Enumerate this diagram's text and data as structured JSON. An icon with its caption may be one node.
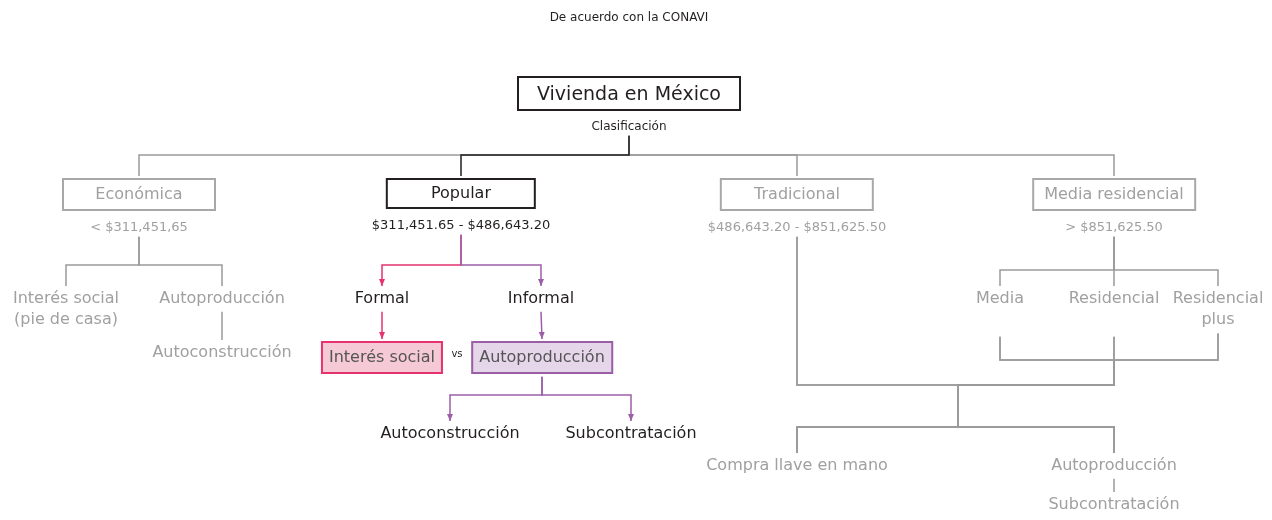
{
  "diagram": {
    "nodes": [
      {
        "text": [
          "Vivienda en México"
        ],
        "beside": [
          "Clasificación"
        ]
      },
      {
        "text": [
          "Económica"
        ],
        "beside": [
          "< $311,451,65"
        ]
      },
      {
        "text": [
          "Popular"
        ],
        "beside": [
          "$311,451.65 - $486,643.20"
        ]
      },
      {
        "text": [
          "Tradicional"
        ],
        "beside": [
          "$486,643.20 - $851,625.50"
        ]
      },
      {
        "text": [
          "Media residencial"
        ],
        "beside": [
          "> $851,625.50"
        ]
      },
      {
        "text": [
          "Interés social (pie de casa)"
        ]
      },
      {
        "text": [
          "Autoproducción"
        ]
      },
      {
        "text": [
          "Autoconstrucción"
        ]
      },
      {
        "text": [
          "Formal"
        ]
      },
      {
        "text": [
          "Informal"
        ]
      },
      {
        "text": [
          "Interés social"
        ]
      },
      {
        "text": [
          "Autoproducción"
        ]
      },
      {
        "text": [
          "Autoconstrucción"
        ]
      },
      {
        "text": [
          "Subcontratación"
        ]
      },
      {
        "text": [
          "Media"
        ]
      },
      {
        "text": [
          "Residencial"
        ]
      },
      {
        "text": [
          "Residencial plus"
        ]
      },
      {
        "text": [
          "Compra llave en mano"
        ]
      },
      {
        "text": [
          "Autoproducción"
        ]
      },
      {
        "text": [
          "Subcontratación"
        ]
      }
    ],
    "edges": [
      {
        "from": 0,
        "to": 1,
        "arrow": "none"
      },
      {
        "from": 0,
        "to": 2,
        "arrow": "none",
        "color": "#231f20"
      },
      {
        "from": 0,
        "to": 3,
        "arrow": "none"
      },
      {
        "from": 0,
        "to": 4,
        "arrow": "none"
      },
      {
        "from": 1,
        "to": 5,
        "arrow": "none"
      },
      {
        "from": 1,
        "to": 6,
        "arrow": "none"
      },
      {
        "from": 6,
        "to": 7,
        "arrow": "none"
      },
      {
        "from": 2,
        "to": 8,
        "arrow": "to",
        "color": "#e6336f"
      },
      {
        "from": 2,
        "to": 9,
        "arrow": "to",
        "color": "#9b5fa8"
      },
      {
        "from": 8,
        "to": 10,
        "arrow": "to",
        "color": "#e6336f"
      },
      {
        "from": 9,
        "to": 11,
        "arrow": "to",
        "color": "#9b5fa8"
      },
      {
        "from": 11,
        "to": 12,
        "arrow": "to",
        "color": "#9b5fa8"
      },
      {
        "from": 11,
        "to": 13,
        "arrow": "to",
        "color": "#9b5fa8"
      },
      {
        "from": 4,
        "to": 14,
        "arrow": "none"
      },
      {
        "from": 4,
        "to": 15,
        "arrow": "none"
      },
      {
        "from": 4,
        "to": 16,
        "arrow": "none"
      },
      {
        "from": 3,
        "to": 17,
        "arrow": "none"
      },
      {
        "from": 3,
        "to": 18,
        "arrow": "none"
      },
      {
        "from": 14,
        "to": 17,
        "arrow": "none"
      },
      {
        "from": 14,
        "to": 18,
        "arrow": "none"
      },
      {
        "from": 15,
        "to": 17,
        "arrow": "none"
      },
      {
        "from": 15,
        "to": 18,
        "arrow": "none"
      },
      {
        "from": 16,
        "to": 17,
        "arrow": "none"
      },
      {
        "from": 16,
        "to": 18,
        "arrow": "none"
      },
      {
        "from": 18,
        "to": 19,
        "arrow": "none"
      }
    ],
    "labels": [
      "De acuerdo con la CONAVI",
      "vs"
    ]
  }
}
